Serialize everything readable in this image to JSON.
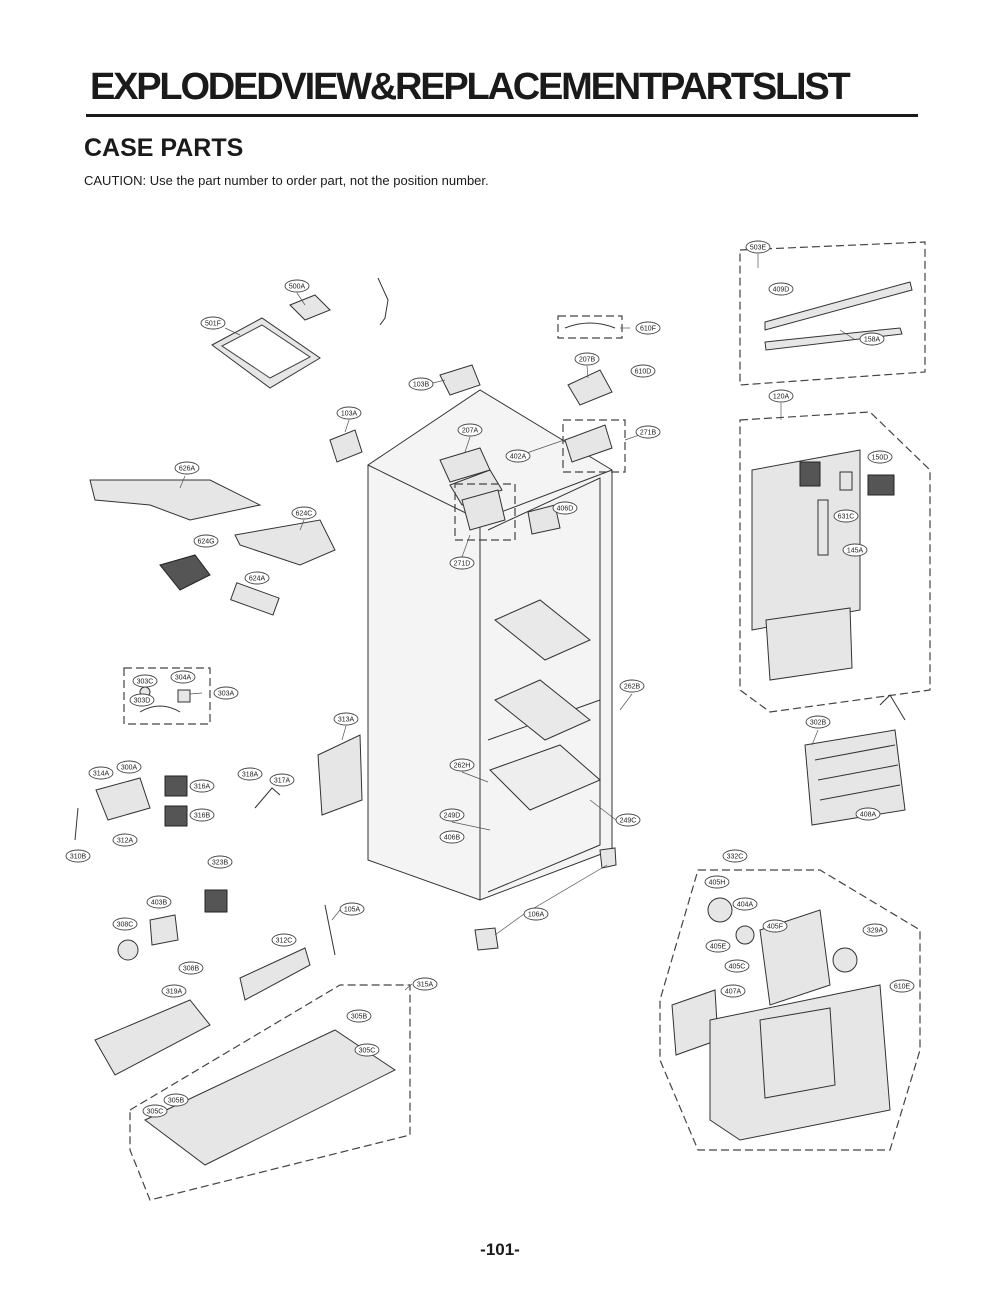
{
  "header": {
    "title": "EXPLODEDVIEW&REPLACEMENTPARTSLIST",
    "section": "CASE PARTS",
    "caution": "CAUTION: Use the part number to order part, not the position number."
  },
  "labels": {
    "l500A": "500A",
    "l501F": "501F",
    "l103B": "103B",
    "l103A": "103A",
    "l626A": "626A",
    "l624C": "624C",
    "l624G": "624G",
    "l624A": "624A",
    "l610F": "610F",
    "l207B": "207B",
    "l610D": "610D",
    "l207A": "207A",
    "l402A": "402A",
    "l271B": "271B",
    "l406D": "406D",
    "l271D": "271D",
    "l503E": "503E",
    "l409D": "409D",
    "l158A": "158A",
    "l120A": "120A",
    "l150D": "150D",
    "l631C": "631C",
    "l145A": "145A",
    "l303C": "303C",
    "l304A": "304A",
    "l303D": "303D",
    "l303A": "303A",
    "l313A": "313A",
    "l262B": "262B",
    "l302B": "302B",
    "l314A": "314A",
    "l300A": "300A",
    "l316A": "316A",
    "l318A": "318A",
    "l317A": "317A",
    "l316B": "316B",
    "l312A": "312A",
    "l310B": "310B",
    "l262H": "262H",
    "l249D": "249D",
    "l406B": "406B",
    "l249C": "249C",
    "l408A": "408A",
    "l323B": "323B",
    "l332C": "332C",
    "l405H": "405H",
    "l403B": "403B",
    "l308C": "308C",
    "l308B": "308B",
    "l105A": "105A",
    "l106A": "106A",
    "l404A": "404A",
    "l405F": "405F",
    "l405E": "405E",
    "l405C": "405C",
    "l329A": "329A",
    "l312C": "312C",
    "l315A": "315A",
    "l319A": "319A",
    "l407A": "407A",
    "l610E": "610E",
    "l305B": "305B",
    "l305C": "305C",
    "l305B2": "305B",
    "l305C2": "305C"
  },
  "footer": {
    "page": "-101-"
  }
}
